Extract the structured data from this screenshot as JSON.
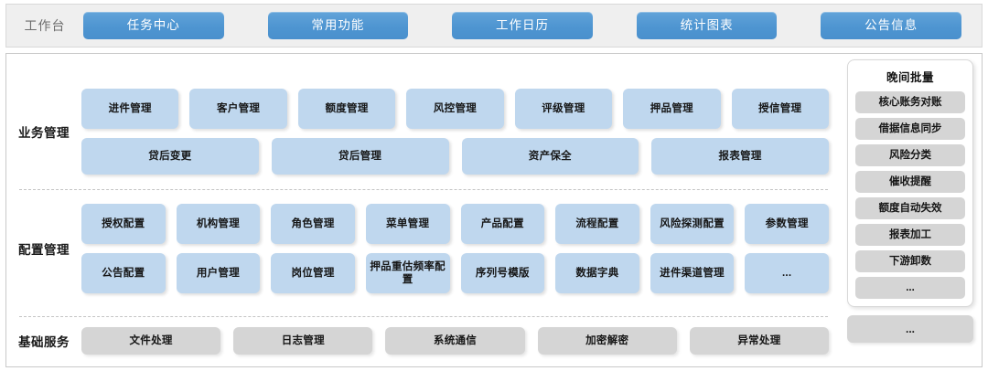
{
  "header": {
    "label": "工作台",
    "tabs": [
      {
        "label": "任务中心"
      },
      {
        "label": "常用功能"
      },
      {
        "label": "工作日历"
      },
      {
        "label": "统计图表"
      },
      {
        "label": "公告信息"
      }
    ]
  },
  "sections": [
    {
      "label": "业务管理",
      "rows": [
        {
          "style": "blue",
          "items": [
            {
              "label": "进件管理"
            },
            {
              "label": "客户管理"
            },
            {
              "label": "额度管理"
            },
            {
              "label": "风控管理"
            },
            {
              "label": "评级管理"
            },
            {
              "label": "押品管理"
            },
            {
              "label": "授信管理"
            }
          ]
        },
        {
          "style": "blue",
          "items": [
            {
              "label": "贷后变更"
            },
            {
              "label": "贷后管理"
            },
            {
              "label": "资产保全"
            },
            {
              "label": "报表管理"
            }
          ]
        }
      ]
    },
    {
      "label": "配置管理",
      "rows": [
        {
          "style": "blue",
          "items": [
            {
              "label": "授权配置"
            },
            {
              "label": "机构管理"
            },
            {
              "label": "角色管理"
            },
            {
              "label": "菜单管理"
            },
            {
              "label": "产品配置"
            },
            {
              "label": "流程配置"
            },
            {
              "label": "风险探测配置"
            },
            {
              "label": "参数管理"
            }
          ]
        },
        {
          "style": "blue",
          "items": [
            {
              "label": "公告配置"
            },
            {
              "label": "用户管理"
            },
            {
              "label": "岗位管理"
            },
            {
              "label": "押品重估频率配置"
            },
            {
              "label": "序列号模版"
            },
            {
              "label": "数据字典"
            },
            {
              "label": "进件渠道管理"
            },
            {
              "label": "..."
            }
          ]
        }
      ]
    },
    {
      "label": "基础服务",
      "rows": [
        {
          "style": "grey",
          "items": [
            {
              "label": "文件处理"
            },
            {
              "label": "日志管理"
            },
            {
              "label": "系统通信"
            },
            {
              "label": "加密解密"
            },
            {
              "label": "异常处理"
            }
          ]
        }
      ]
    }
  ],
  "batch_panel": {
    "title": "晚间批量",
    "items": [
      {
        "label": "核心账务对账"
      },
      {
        "label": "借据信息同步"
      },
      {
        "label": "风险分类"
      },
      {
        "label": "催收提醒"
      },
      {
        "label": "额度自动失效"
      },
      {
        "label": "报表加工"
      },
      {
        "label": "下游卸数"
      },
      {
        "label": "..."
      }
    ]
  },
  "tail_card": {
    "label": "..."
  },
  "colors": {
    "tab_blue": "#4e95d1",
    "card_blue": "#bfd7ee",
    "card_grey": "#d5d5d5",
    "topbar_bg": "#efefef"
  }
}
